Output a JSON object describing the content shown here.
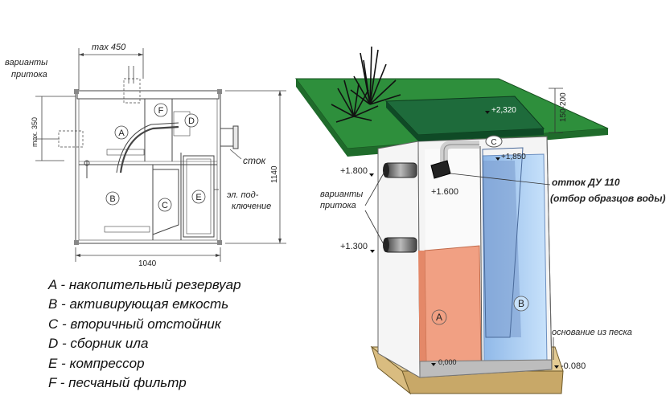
{
  "plan": {
    "dim_top": "max 450",
    "dim_side": "max. 350",
    "dim_height": "1140",
    "dim_width": "1040",
    "inlet_variants": [
      "варианты",
      "притока"
    ],
    "drain": "сток",
    "power": [
      "эл.  под-",
      "ключение"
    ],
    "zones": {
      "a": "A",
      "b": "B",
      "c": "C",
      "d": "D",
      "e": "E",
      "f": "F"
    }
  },
  "legend": [
    "A - накопительный резервуар",
    "B - активирующая емкость",
    "C - вторичный отстойник",
    "D - сборник ила",
    "E - компрессор",
    "F - песчаный фильтр"
  ],
  "section": {
    "levels": {
      "l2320": "+2,320",
      "l1850": "+1,850",
      "l1800": "+1.800",
      "l1600": "+1.600",
      "l1300": "+1.300",
      "l0000": "0,000",
      "l0080": "-0.080"
    },
    "depth_range": "150-200",
    "outlet": "отток ДУ 110",
    "sampling": "(отбор образцов воды)",
    "inlet_variants": [
      "варианты",
      "притока"
    ],
    "sand_base": "основание из песка",
    "tanks": {
      "a": "A",
      "b": "B",
      "c": "C"
    }
  },
  "colors": {
    "ground": "#2e8b3a",
    "lid": "#1e6b3b",
    "tank_a_water": "#f0a080",
    "tank_b_water": "#a8cff5",
    "sand_base": "#d9c08a"
  }
}
